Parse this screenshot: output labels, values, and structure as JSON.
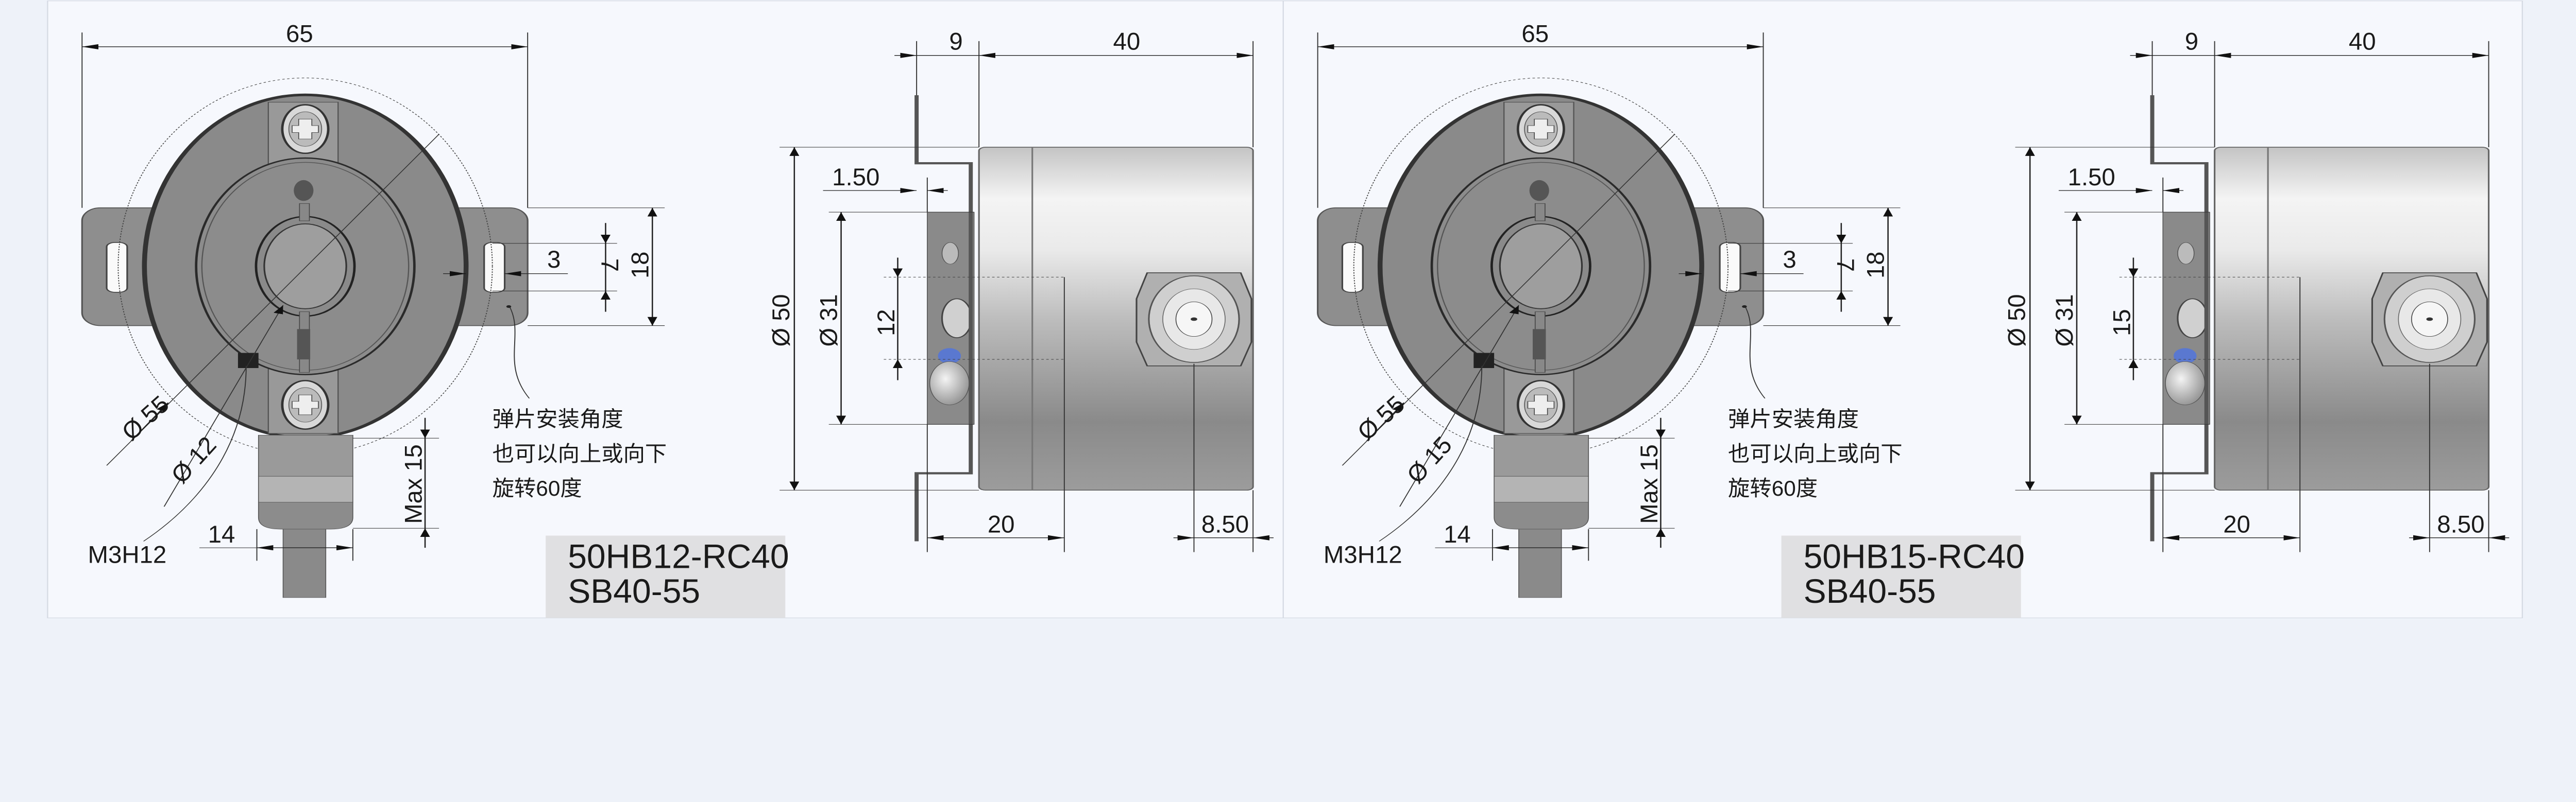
{
  "colors": {
    "background": "#eef2f9",
    "panel": "#f6f8fd",
    "label_box": "#e0e0e2",
    "body_gray": "#8c8c8c"
  },
  "panels": [
    {
      "front": {
        "width": "65",
        "mount_dia": "Ø 55",
        "bore_dia": "Ø 12",
        "slot_width": "3",
        "slot_length": "7",
        "tab_height": "18",
        "cable_max": "Max 15",
        "cable_width": "14",
        "screw_label": "M3H12",
        "note_lines": [
          "弹片安装角度",
          "也可以向上或向下",
          "旋转60度"
        ]
      },
      "side": {
        "flange": "9",
        "body_len": "40",
        "plate": "1.50",
        "dia_outer": "Ø 50",
        "dia_pilot": "Ø 31",
        "bore": "12",
        "depth": "20",
        "connector_offset": "8.50"
      },
      "model": "50HB12-RC40",
      "series": "SB40-55"
    },
    {
      "front": {
        "width": "65",
        "mount_dia": "Ø 55",
        "bore_dia": "Ø 15",
        "slot_width": "3",
        "slot_length": "7",
        "tab_height": "18",
        "cable_max": "Max 15",
        "cable_width": "14",
        "screw_label": "M3H12",
        "note_lines": [
          "弹片安装角度",
          "也可以向上或向下",
          "旋转60度"
        ]
      },
      "side": {
        "flange": "9",
        "body_len": "40",
        "plate": "1.50",
        "dia_outer": "Ø 50",
        "dia_pilot": "Ø 31",
        "bore": "15",
        "depth": "20",
        "connector_offset": "8.50"
      },
      "model": "50HB15-RC40",
      "series": "SB40-55"
    }
  ]
}
